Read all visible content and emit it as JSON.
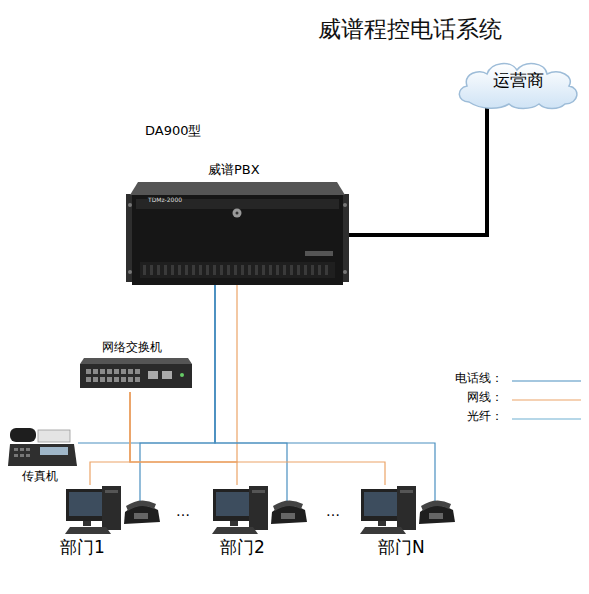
{
  "diagram": {
    "title": "威谱程控电话系统",
    "nodes": [
      {
        "text": [
          "运营商"
        ]
      },
      {
        "text": [
          "威谱PBX"
        ]
      },
      {
        "text": [
          "网络交换机"
        ]
      },
      {
        "text": [
          "传真机"
        ]
      },
      {
        "text": [
          "部门1"
        ]
      },
      {
        "text": [
          "部门2"
        ]
      },
      {
        "text": [
          "部门N"
        ]
      }
    ],
    "edges": [
      {
        "from": 0,
        "to": 1,
        "arrow": "none"
      },
      {
        "from": 1,
        "to": 2,
        "arrow": "none"
      },
      {
        "from": 1,
        "to": 3,
        "arrow": "none"
      },
      {
        "from": 1,
        "to": 4,
        "arrow": "none"
      },
      {
        "from": 1,
        "to": 5,
        "arrow": "none"
      },
      {
        "from": 1,
        "to": 6,
        "arrow": "none"
      },
      {
        "from": 2,
        "to": 4,
        "arrow": "none"
      },
      {
        "from": 2,
        "to": 5,
        "arrow": "none"
      },
      {
        "from": 2,
        "to": 6,
        "arrow": "none"
      }
    ],
    "labels": [
      "DA900型",
      "TDMz-2000",
      "…",
      "…"
    ],
    "legend": [
      {
        "text": "电话线："
      },
      {
        "text": "网线："
      },
      {
        "text": "光纤："
      }
    ]
  }
}
